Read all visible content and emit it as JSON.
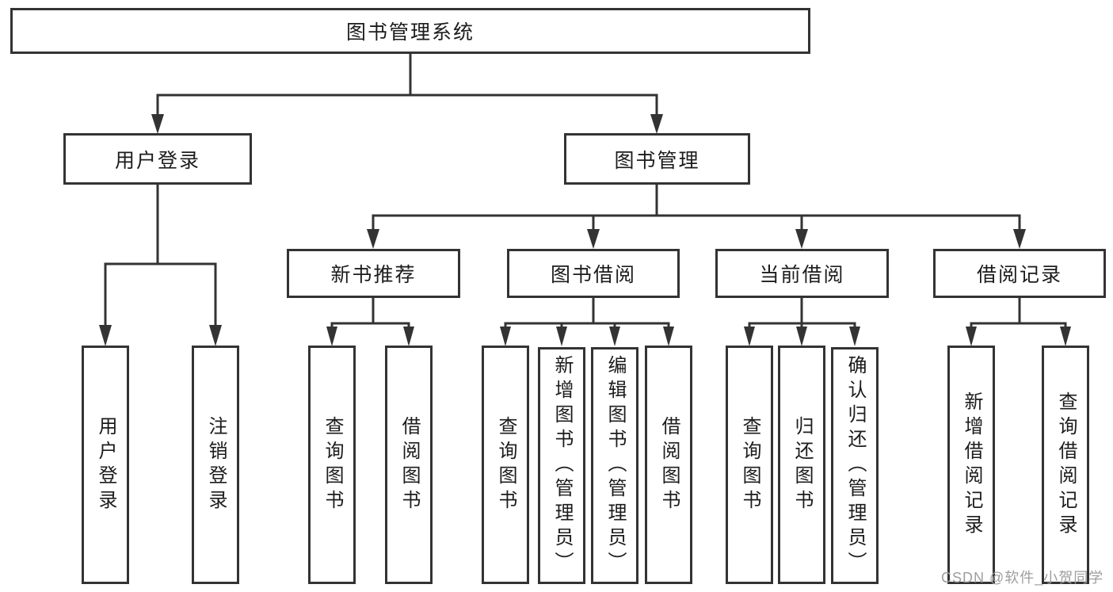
{
  "diagram": {
    "title_node": {
      "label": "图书管理系统"
    },
    "level2": [
      {
        "label": "用户登录"
      },
      {
        "label": "图书管理"
      }
    ],
    "level3": [
      {
        "label": "新书推荐"
      },
      {
        "label": "图书借阅"
      },
      {
        "label": "当前借阅"
      },
      {
        "label": "借阅记录"
      }
    ],
    "leaves": {
      "user_login": [
        "用户登录",
        "注销登录"
      ],
      "new_books": [
        "查询图书",
        "借阅图书"
      ],
      "book_borrow": [
        "查询图书",
        "新增图书（管理员）",
        "编辑图书（管理员）",
        "借阅图书"
      ],
      "current_borrow": [
        "查询图书",
        "归还图书",
        "确认归还（管理员）"
      ],
      "borrow_records": [
        "新增借阅记录",
        "查询借阅记录"
      ]
    },
    "watermark": "CSDN @软件_小贺同学",
    "colors": {
      "line": "#333333",
      "text": "#1c1c1c",
      "watermark": "#9e9e9e",
      "background": "#ffffff"
    }
  }
}
